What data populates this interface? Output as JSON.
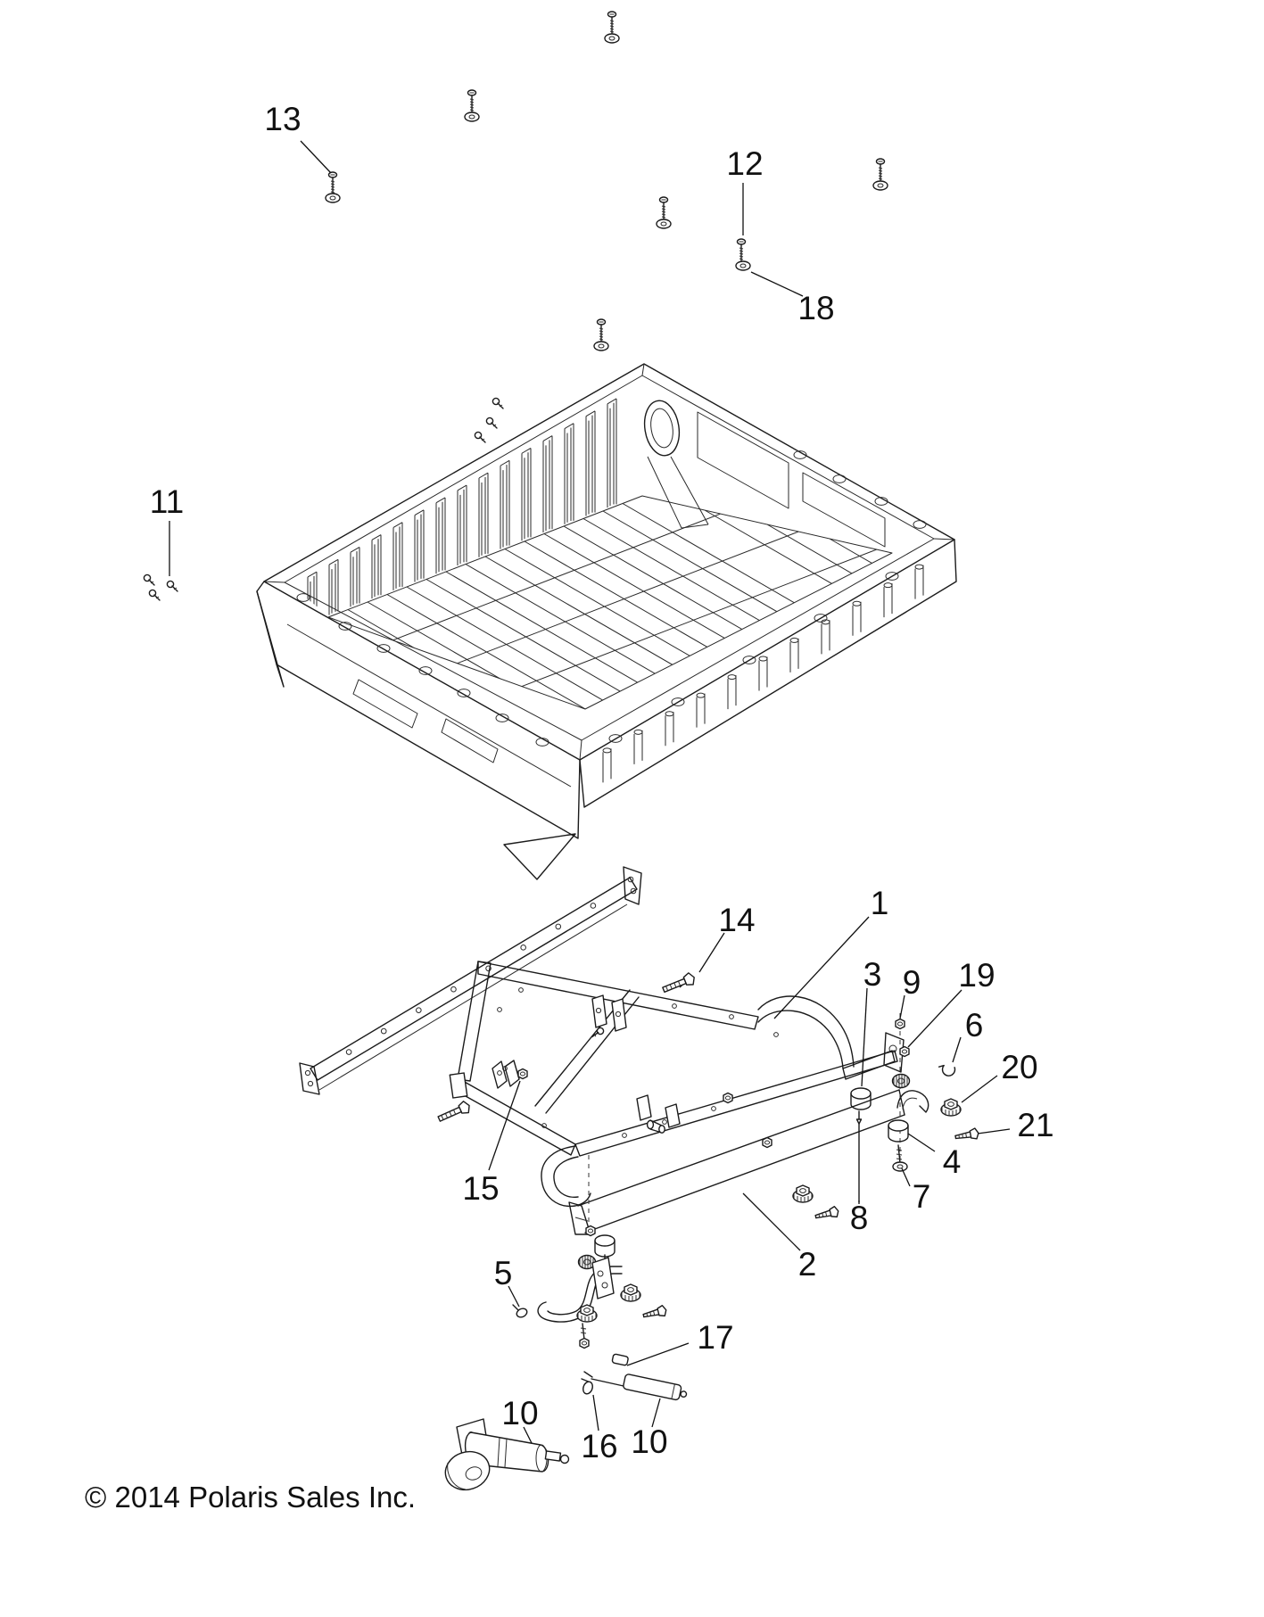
{
  "figure": {
    "copyright": "© 2014 Polaris Sales Inc."
  },
  "callouts": [
    {
      "label": "13"
    },
    {
      "label": "12"
    },
    {
      "label": "18"
    },
    {
      "label": "11"
    },
    {
      "label": "14"
    },
    {
      "label": "1"
    },
    {
      "label": "3"
    },
    {
      "label": "9"
    },
    {
      "label": "19"
    },
    {
      "label": "6"
    },
    {
      "label": "20"
    },
    {
      "label": "21"
    },
    {
      "label": "4"
    },
    {
      "label": "7"
    },
    {
      "label": "8"
    },
    {
      "label": "2"
    },
    {
      "label": "15"
    },
    {
      "label": "5"
    },
    {
      "label": "17"
    },
    {
      "label": "16"
    },
    {
      "label": "10"
    },
    {
      "label": "10"
    }
  ]
}
